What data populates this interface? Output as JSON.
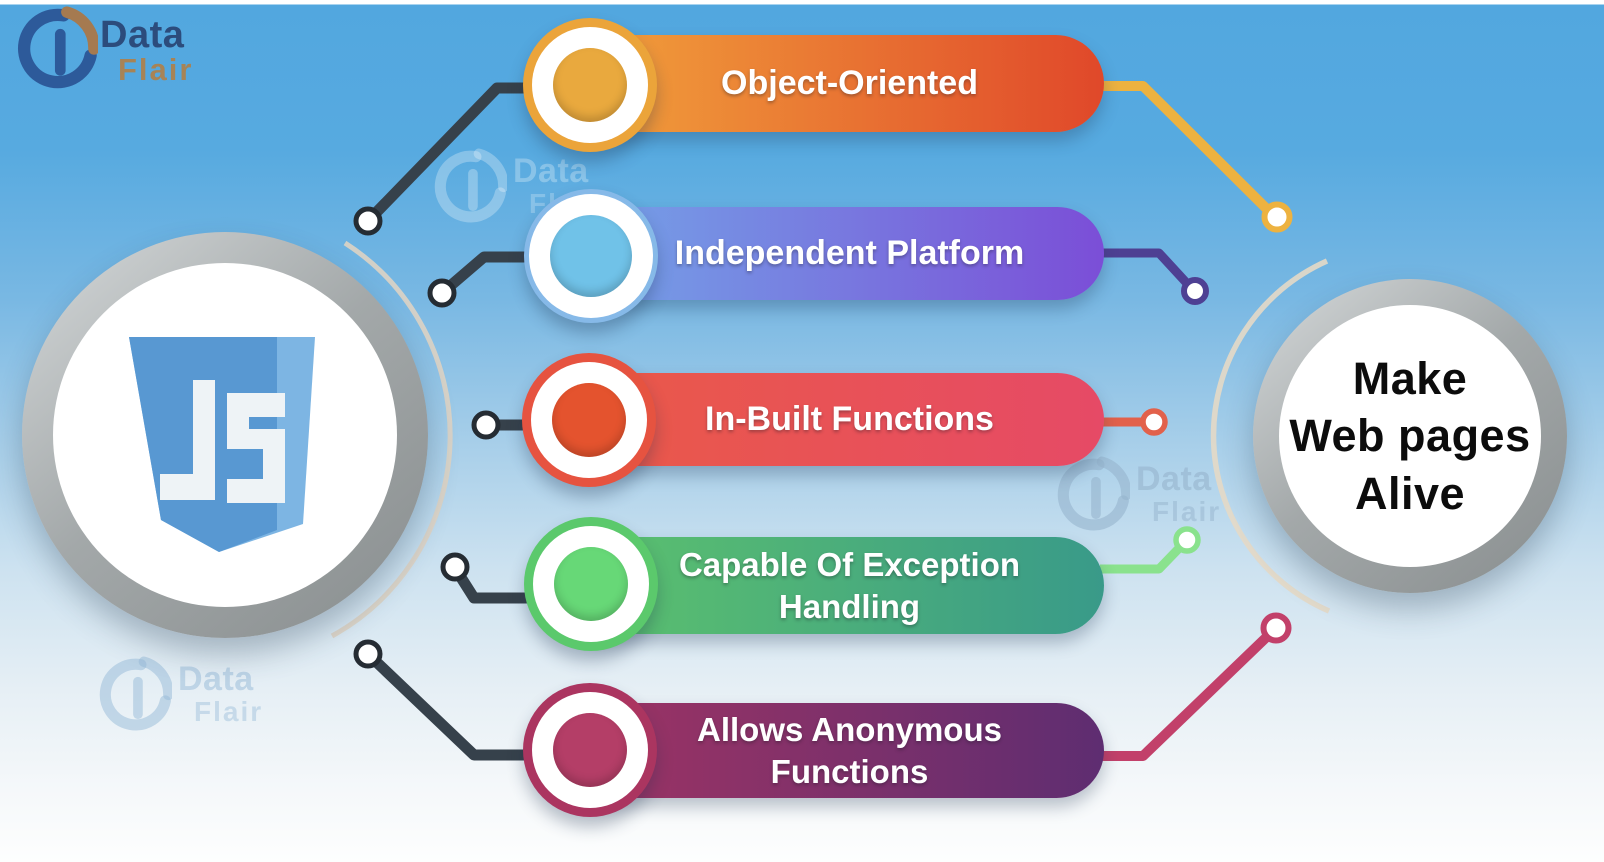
{
  "brand": {
    "logo_text_primary": "Data",
    "logo_text_secondary": "Flair",
    "logo_primary_color": "#2c4c7c",
    "logo_secondary_color": "#b08048"
  },
  "watermark": {
    "text_primary": "Data",
    "text_secondary": "Flair"
  },
  "left_badge": {
    "letters": "JS",
    "description": "JavaScript shield logo inside gray ringed circle"
  },
  "right_badge": {
    "line1": "Make",
    "line2": "Web pages",
    "line3": "Alive"
  },
  "features": [
    {
      "line1": "Object-Oriented",
      "line2": "",
      "gradient_start": "#f2a53c",
      "gradient_end": "#e0482a",
      "ring": "#eba43a",
      "core": "#e9a93e",
      "connector": "#edb240"
    },
    {
      "line1": "Independent Platform",
      "line2": "",
      "gradient_start": "#74a7e8",
      "gradient_end": "#7b4ed7",
      "ring": "#86b9e8",
      "core": "#70c2e8",
      "connector": "#4e4093"
    },
    {
      "line1": "In-Built Functions",
      "line2": "",
      "gradient_start": "#ea5a47",
      "gradient_end": "#e64a66",
      "ring": "#e65340",
      "core": "#e4532e",
      "connector": "#e2614b"
    },
    {
      "line1": "Capable Of Exception",
      "line2": "Handling",
      "gradient_start": "#5ec36c",
      "gradient_end": "#399a89",
      "ring": "#5bc96c",
      "core": "#67d877",
      "connector": "#8ae28d"
    },
    {
      "line1": "Allows Anonymous",
      "line2": "Functions",
      "gradient_start": "#a13463",
      "gradient_end": "#5e2d71",
      "ring": "#ab3560",
      "core": "#b43e67",
      "connector": "#c2406a"
    }
  ],
  "colors": {
    "background_top": "#55a9e0",
    "background_bottom": "#fdfefe",
    "left_wire": "#36414b",
    "left_dot_ring": "#252c33",
    "gray_ring": "#9aa0a1",
    "arc_beige": "#ddd3c4",
    "shield_front": "#5898d2",
    "shield_side": "#7db5e3",
    "shield_letters": "#eef3f6"
  }
}
